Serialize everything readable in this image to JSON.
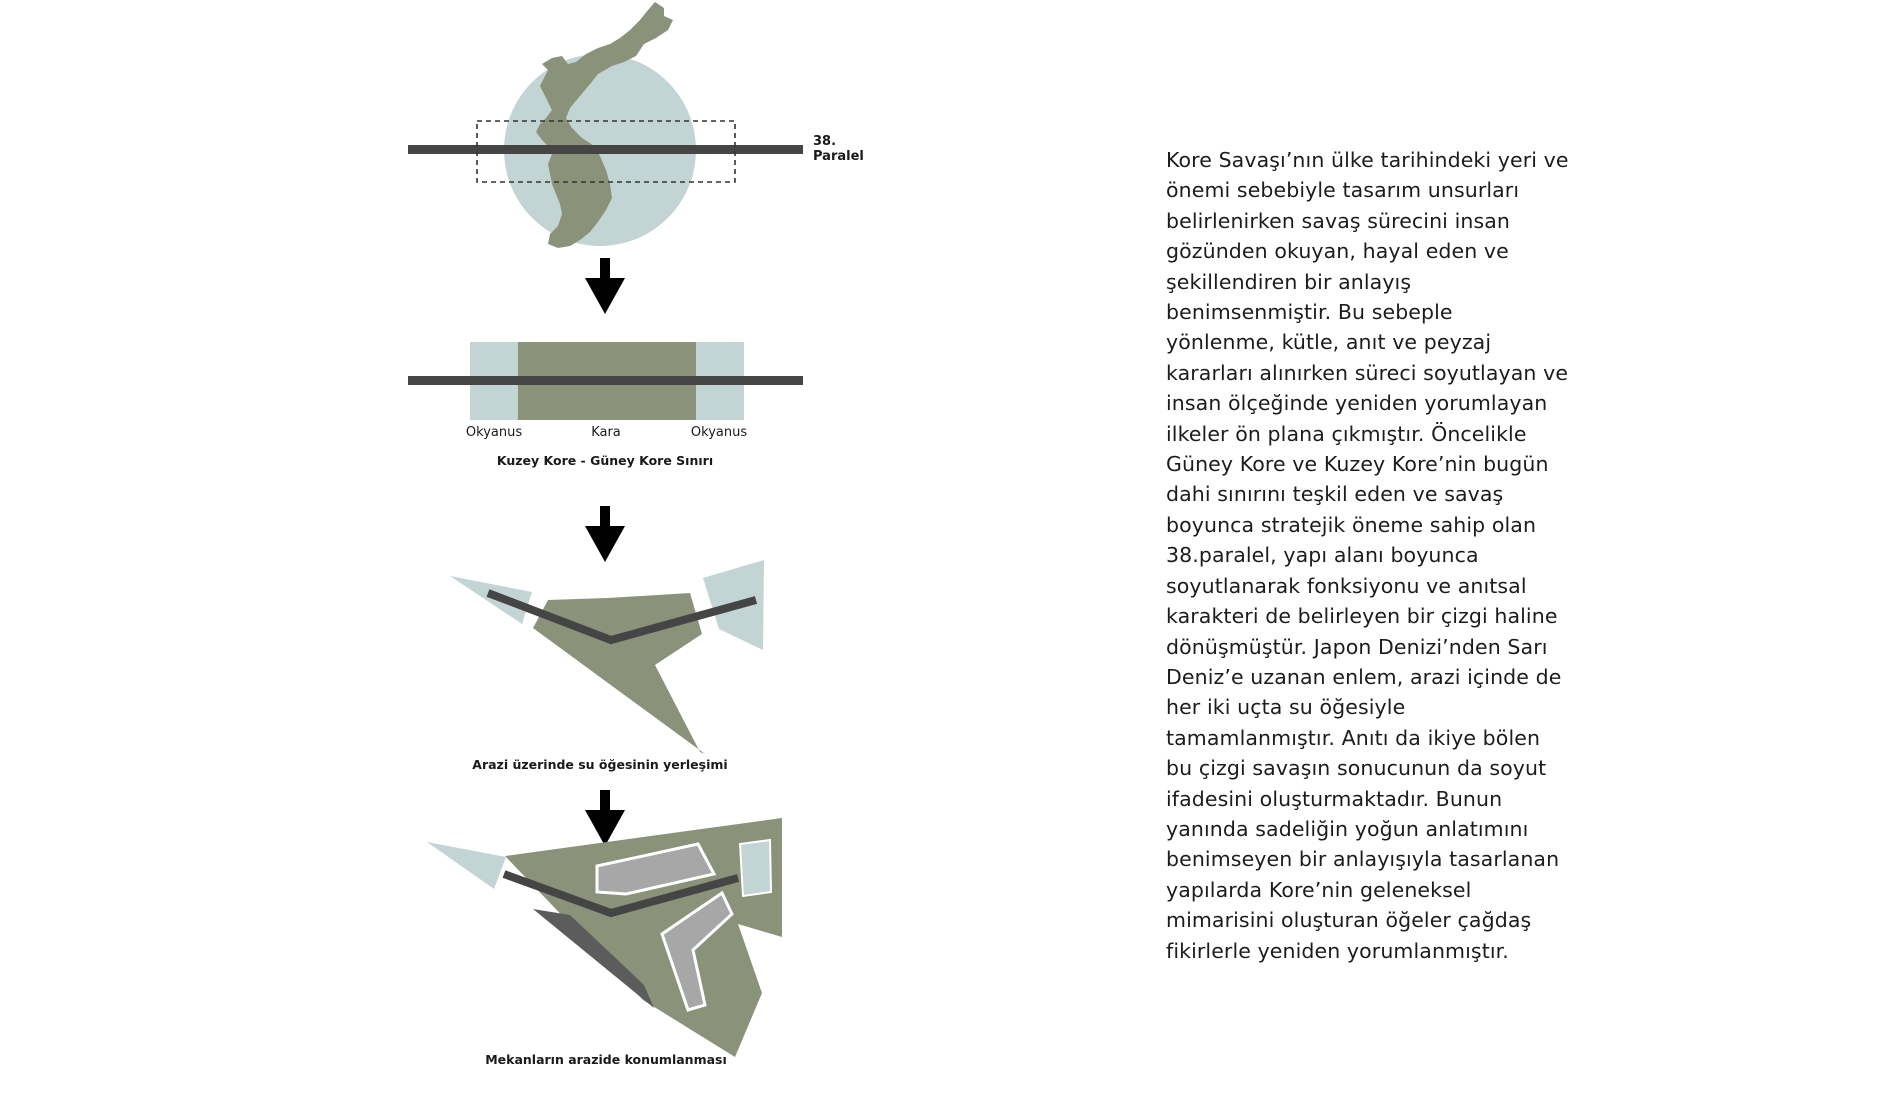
{
  "colors": {
    "land": "#8a9279",
    "water": "#c3d4d5",
    "line": "#454545",
    "building": "#a7a7a7",
    "dark_area": "#5c5c5c",
    "arrow": "#000000"
  },
  "step1": {
    "parallel_label_1": "38.",
    "parallel_label_2": "Paralel"
  },
  "step2": {
    "label_ocean_left": "Okyanus",
    "label_land": "Kara",
    "label_ocean_right": "Okyanus",
    "caption": "Kuzey Kore - Güney Kore Sınırı"
  },
  "step3": {
    "caption": "Arazi üzerinde su öğesinin yerleşimi"
  },
  "step4": {
    "caption": "Mekanların arazide konumlanması"
  },
  "text": {
    "lines": [
      "Kore Savaşı’nın ülke tarihindeki yeri ve",
      "önemi sebebiyle tasarım unsurları",
      "belirlenirken savaş sürecini insan",
      "gözünden okuyan, hayal eden ve",
      "şekillendiren bir anlayış",
      "benimsenmiştir. Bu sebeple",
      "yönlenme, kütle, anıt ve peyzaj",
      "kararları alınırken süreci soyutlayan ve",
      "insan ölçeğinde yeniden yorumlayan",
      "ilkeler ön plana çıkmıştır. Öncelikle",
      "Güney Kore ve Kuzey Kore’nin bugün",
      "dahi sınırını teşkil eden ve savaş",
      "boyunca stratejik öneme sahip olan",
      "38.paralel, yapı alanı boyunca",
      "soyutlanarak fonksiyonu ve anıtsal",
      "karakteri de belirleyen bir çizgi haline",
      "dönüşmüştür. Japon Denizi’nden Sarı",
      "Deniz’e uzanan enlem, arazi içinde de",
      "her iki uçta su öğesiyle",
      "tamamlanmıştır. Anıtı da ikiye bölen",
      "bu çizgi savaşın sonucunun da soyut",
      "ifadesini oluşturmaktadır. Bunun",
      "yanında sadeliğin yoğun anlatımını",
      "benimseyen bir anlayışıyla tasarlanan",
      "yapılarda Kore’nin geleneksel",
      "mimarisini oluşturan öğeler çağdaş",
      "fikirlerle yeniden yorumlanmıştır."
    ]
  }
}
